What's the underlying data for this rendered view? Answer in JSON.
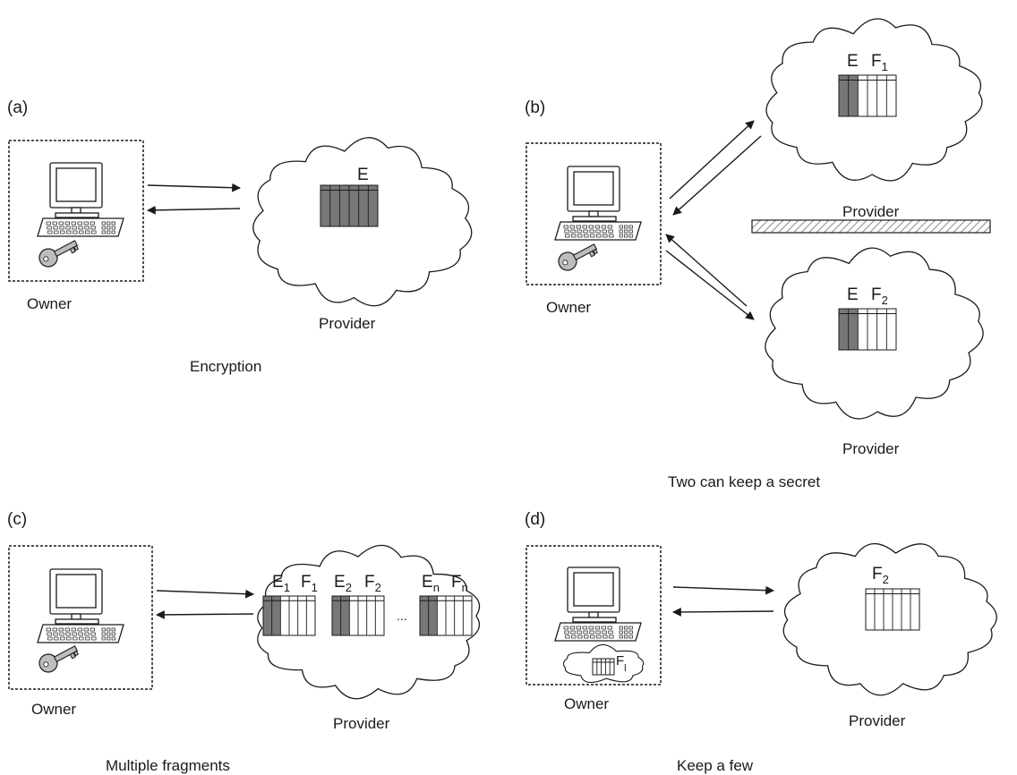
{
  "panels": {
    "a": {
      "tag": "(a)",
      "owner_label": "Owner",
      "provider_label": "Provider",
      "caption": "Encryption",
      "table_labels": [
        {
          "main": "E",
          "sub": ""
        }
      ]
    },
    "b": {
      "tag": "(b)",
      "owner_label": "Owner",
      "provider_top_label": "Provider",
      "provider_bottom_label": "Provider",
      "caption": "Two can keep a secret",
      "top_labels": [
        {
          "main": "E",
          "sub": ""
        },
        {
          "main": "F",
          "sub": "1"
        }
      ],
      "bottom_labels": [
        {
          "main": "E",
          "sub": ""
        },
        {
          "main": "F",
          "sub": "2"
        }
      ]
    },
    "c": {
      "tag": "(c)",
      "owner_label": "Owner",
      "provider_label": "Provider",
      "caption": "Multiple fragments",
      "fragments": [
        [
          {
            "main": "E",
            "sub": "1"
          },
          {
            "main": "F",
            "sub": "1"
          }
        ],
        [
          {
            "main": "E",
            "sub": "2"
          },
          {
            "main": "F",
            "sub": "2"
          }
        ],
        [
          {
            "main": "E",
            "sub": "n"
          },
          {
            "main": "F",
            "sub": "n"
          }
        ]
      ],
      "ellipsis": "..."
    },
    "d": {
      "tag": "(d)",
      "owner_label": "Owner",
      "provider_label": "Provider",
      "caption": "Keep a few",
      "provider_labels": [
        {
          "main": "F",
          "sub": "2"
        }
      ],
      "local_labels": [
        {
          "main": "F",
          "sub": "l"
        }
      ]
    }
  },
  "colors": {
    "encrypted_fill": "#777777",
    "ink": "#1a1a1a",
    "hatch": "#9a9a9a"
  },
  "icons": {
    "owner_computer": "computer-icon",
    "owner_key": "key-icon",
    "provider": "cloud-icon"
  }
}
